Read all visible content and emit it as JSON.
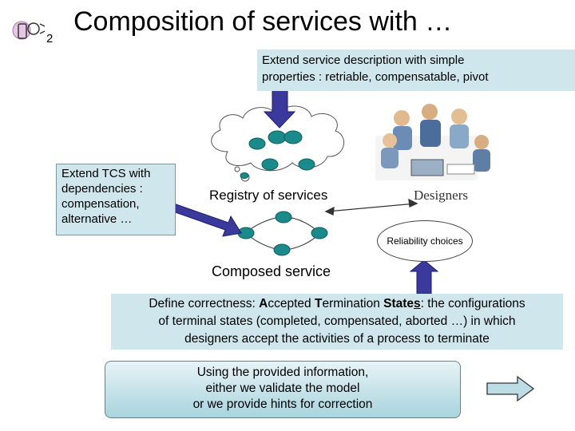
{
  "slide": {
    "title": "Composition of services with …",
    "slide_number": "2",
    "extend_description": {
      "line1": "Extend service description with simple",
      "line2": "properties : retriable, compensatable, pivot"
    },
    "extend_tcs": {
      "line1": "Extend TCS with",
      "line2": "dependencies :",
      "line3": "compensation,",
      "line4": "alternative …"
    },
    "registry_label": "Registry of services",
    "designers_label": "Designers",
    "reliability_label": "Reliability choices",
    "composed_label": "Composed service",
    "define": {
      "line1_parts": [
        "Define correctness: ",
        "A",
        "ccepted ",
        "T",
        "ermination ",
        "State",
        "s",
        ": the configurations"
      ],
      "line2": "of terminal states (completed, compensated, aborted …) in which",
      "line3": "designers accept the activities of a process to terminate"
    },
    "using": {
      "line1": "Using the provided information,",
      "line2": "either we validate the model",
      "line3": "or we provide hints for correction"
    },
    "colors": {
      "box_blue": "#cfe6ec",
      "arrow_fill": "#3b3a9c",
      "node_teal": "#1b8a8a"
    }
  }
}
